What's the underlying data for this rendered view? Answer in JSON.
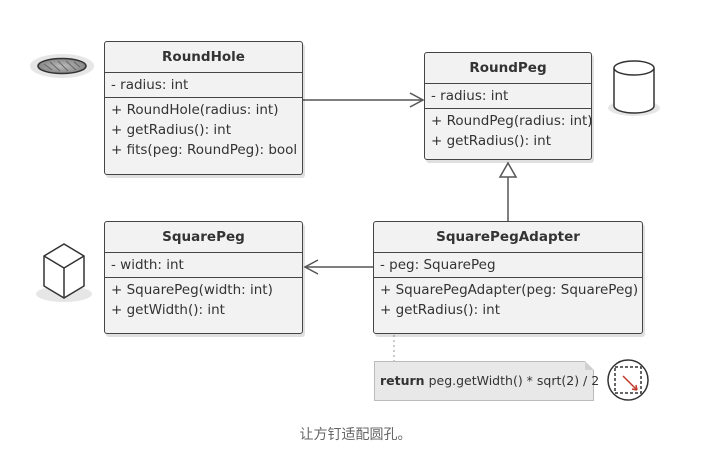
{
  "classes": {
    "round_hole": {
      "name": "RoundHole",
      "fields": [
        "- radius: int"
      ],
      "methods": [
        "+ RoundHole(radius: int)",
        "+ getRadius(): int",
        "+ fits(peg: RoundPeg): bool"
      ]
    },
    "round_peg": {
      "name": "RoundPeg",
      "fields": [
        "- radius: int"
      ],
      "methods": [
        "+ RoundPeg(radius: int)",
        "+ getRadius(): int"
      ]
    },
    "square_peg": {
      "name": "SquarePeg",
      "fields": [
        "- width: int"
      ],
      "methods": [
        "+ SquarePeg(width: int)",
        "+ getWidth(): int"
      ]
    },
    "square_peg_adapter": {
      "name": "SquarePegAdapter",
      "fields": [
        "- peg: SquarePeg"
      ],
      "methods": [
        "+ SquarePegAdapter(peg: SquarePeg)",
        "+ getRadius(): int"
      ]
    }
  },
  "note": {
    "keyword": "return",
    "code": " peg.getWidth() * sqrt(2) / 2"
  },
  "caption": "让方钉适配圆孔。",
  "icons": [
    "round-hole-icon",
    "cylinder-icon",
    "cube-icon",
    "square-in-circle-icon"
  ],
  "colors": {
    "box_fill": "#f2f2f2",
    "border": "#444444",
    "note_fill": "#e8e8e8",
    "arrow": "#555555"
  }
}
